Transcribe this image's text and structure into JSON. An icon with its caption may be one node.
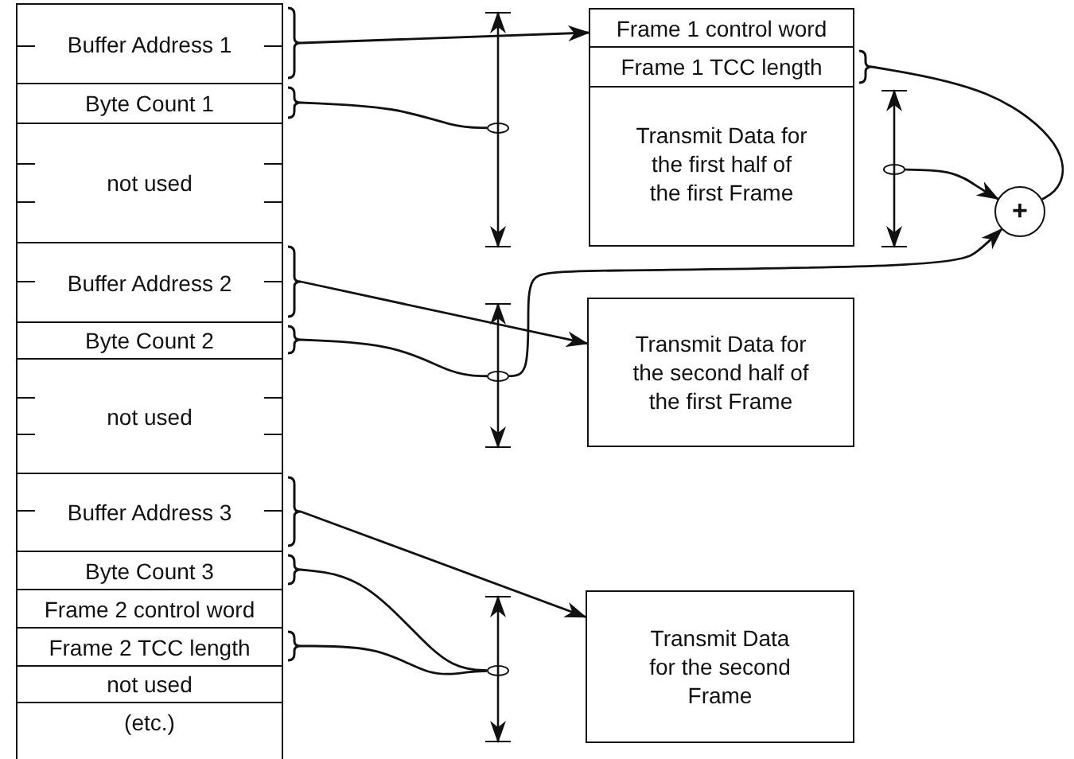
{
  "diagram": {
    "nodes": [
      {
        "text": [
          "Buffer Address 1"
        ]
      },
      {
        "text": [
          "Byte Count 1"
        ]
      },
      {
        "text": [
          "not used"
        ]
      },
      {
        "text": [
          "Buffer Address 2"
        ]
      },
      {
        "text": [
          "Byte Count 2"
        ]
      },
      {
        "text": [
          "not used"
        ]
      },
      {
        "text": [
          "Buffer Address 3"
        ]
      },
      {
        "text": [
          "Byte Count 3"
        ]
      },
      {
        "text": [
          "Frame 2 control word"
        ]
      },
      {
        "text": [
          "Frame 2 TCC length"
        ]
      },
      {
        "text": [
          "not used"
        ]
      },
      {
        "text": [
          "(etc.)"
        ]
      },
      {
        "text": [
          "Frame 1 control word"
        ]
      },
      {
        "text": [
          "Frame 1 TCC length"
        ]
      },
      {
        "text": [
          "Transmit Data for the first half of the first Frame"
        ]
      },
      {
        "text": [
          "Transmit Data for the second half of the first Frame"
        ]
      },
      {
        "text": [
          "Transmit Data for the second Frame"
        ]
      },
      {
        "text": [
          "+"
        ]
      },
      {
        "text": [],
        "shape": "ellipse"
      },
      {
        "text": [],
        "shape": "ellipse"
      },
      {
        "text": [],
        "shape": "ellipse"
      },
      {
        "text": [],
        "shape": "ellipse"
      }
    ],
    "edges": [
      {
        "from": 0,
        "to": 12,
        "arrow": "to"
      },
      {
        "from": 1,
        "to": 18,
        "arrow": "none"
      },
      {
        "from": 13,
        "to": 17,
        "arrow": "none"
      },
      {
        "from": 21,
        "to": 17,
        "arrow": "to"
      },
      {
        "from": 3,
        "to": 15,
        "arrow": "to"
      },
      {
        "from": 4,
        "to": 19,
        "arrow": "none"
      },
      {
        "from": 19,
        "to": 17,
        "arrow": "to"
      },
      {
        "from": 6,
        "to": 16,
        "arrow": "to"
      },
      {
        "from": 7,
        "to": 20,
        "arrow": "none"
      },
      {
        "from": 9,
        "to": 20,
        "arrow": "none"
      }
    ]
  }
}
